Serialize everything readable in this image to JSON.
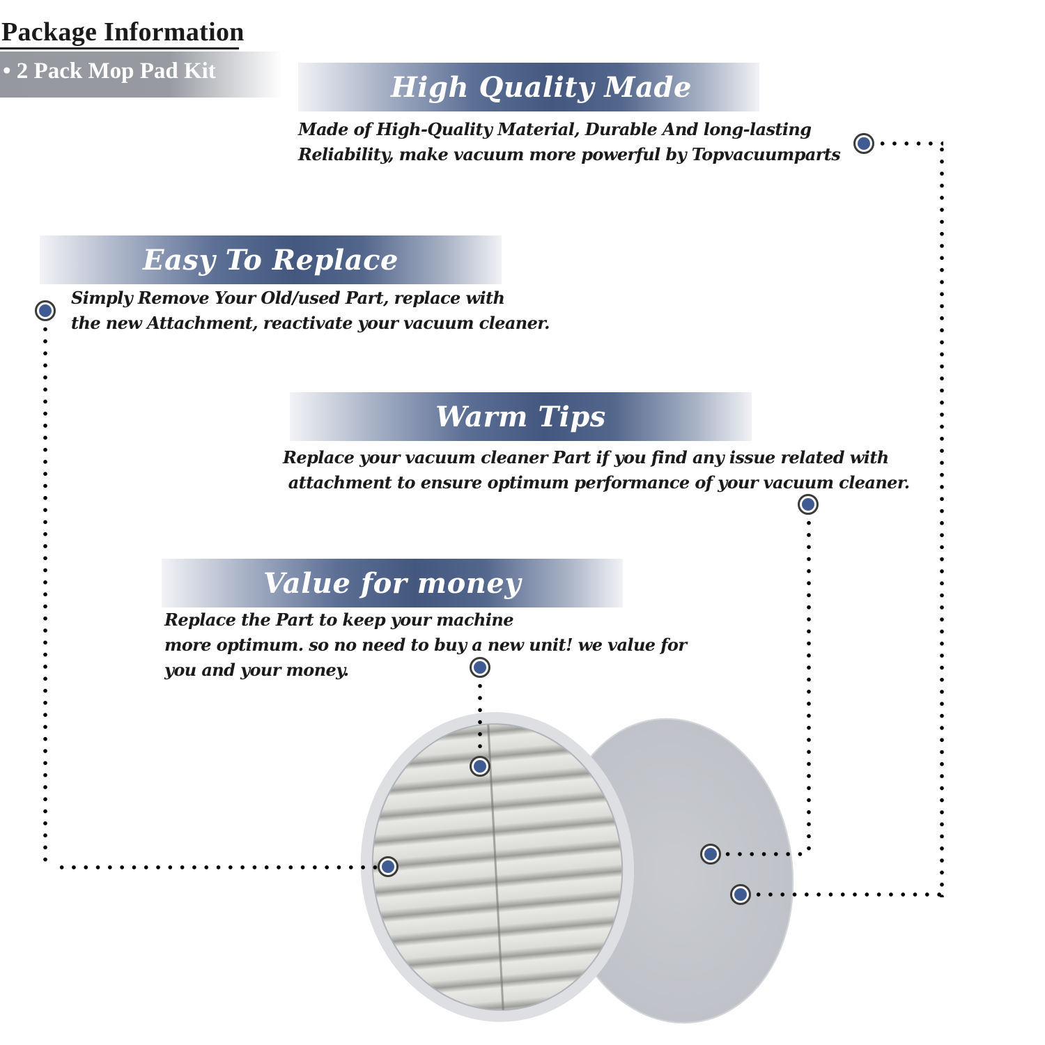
{
  "package_info": {
    "title": "Package Information",
    "items": [
      "• 2 Pack Mop Pad Kit"
    ]
  },
  "features": [
    {
      "title": "High Quality Made",
      "lines": [
        "Made of  High-Quality Material, Durable And long-lasting",
        "Reliability, make vacuum more powerful by Topvacuumparts"
      ]
    },
    {
      "title": "Easy To Replace",
      "lines": [
        "Simply Remove Your Old/used Part, replace with",
        "the new Attachment, reactivate your vacuum cleaner."
      ]
    },
    {
      "title": "Warm Tips",
      "lines": [
        "Replace your vacuum cleaner Part if you find any issue related with",
        " attachment to ensure optimum performance of your vacuum cleaner."
      ]
    },
    {
      "title": "Value for money",
      "lines": [
        "Replace the Part to keep your machine",
        "more optimum. so no need to buy a new unit! we value for",
        "you and your money."
      ]
    }
  ],
  "colors": {
    "banner_navy": "#44587f",
    "marker_blue": "#3f5b92",
    "package_bar_gray": "#979ba1",
    "text_dark": "#1a1a1a"
  },
  "product_image": {
    "icons": [
      "mop-pad-striped",
      "mop-pad-plain"
    ],
    "count": 2
  }
}
